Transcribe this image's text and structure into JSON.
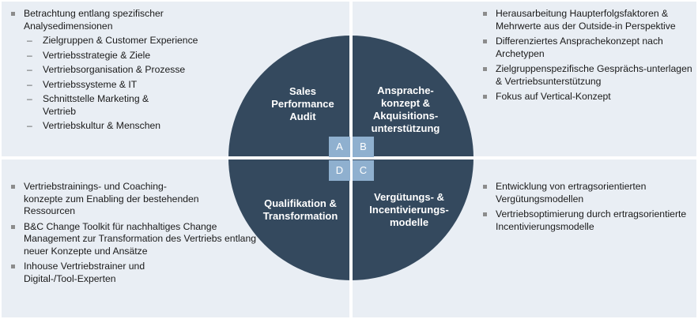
{
  "colors": {
    "panel": "#e9eef4",
    "circle": "#34495e",
    "letter_box": "#8fb0cf",
    "bullet": "#8c8c8c"
  },
  "top_left": {
    "items": [
      {
        "text": "Betrachtung entlang spezifischer Analysedimensionen",
        "type": "bullet"
      },
      {
        "text": "Zielgruppen & Customer Experience",
        "type": "sub"
      },
      {
        "text": "Vertriebsstrategie & Ziele",
        "type": "sub"
      },
      {
        "text": "Vertriebsorganisation & Prozesse",
        "type": "sub"
      },
      {
        "text": "Vertriebssysteme & IT",
        "type": "sub"
      },
      {
        "text": "Schnittstelle Marketing & Vertrieb",
        "type": "sub"
      },
      {
        "text": "Vertriebskultur & Menschen",
        "type": "sub"
      }
    ]
  },
  "top_right": {
    "items": [
      {
        "text": "Herausarbeitung Haupterfolgsfaktoren & Mehrwerte aus der Outside-in Perspektive",
        "type": "bullet"
      },
      {
        "text": "Differenziertes Ansprachekonzept nach Archetypen",
        "type": "bullet"
      },
      {
        "text": "Zielgruppenspezifische Gesprächs-unterlagen & Vertriebsunterstützung",
        "type": "bullet"
      },
      {
        "text": "Fokus auf Vertical-Konzept",
        "type": "bullet"
      }
    ]
  },
  "bottom_left": {
    "items": [
      {
        "text": "Vertriebstrainings- und Coaching-konzepte zum  Enabling der bestehenden Ressourcen",
        "type": "bullet"
      },
      {
        "text": "B&C Change Toolkit für nachhaltiges Change Management zur Transformation des Vertriebs entlang neuer Konzepte und Ansätze",
        "type": "bullet"
      },
      {
        "text": "Inhouse Vertriebstrainer und Digital-/Tool-Experten",
        "type": "bullet"
      }
    ]
  },
  "bottom_right": {
    "items": [
      {
        "text": "Entwicklung von ertragsorientierten Vergütungsmodellen",
        "type": "bullet"
      },
      {
        "text": "Vertriebsoptimierung durch ertragsorientierte Incentivierungsmodelle",
        "type": "bullet"
      }
    ]
  },
  "circle": {
    "a": "Sales\nPerformance\nAudit",
    "b": "Ansprache-\nkonzept &\nAkquisitions-\nunterstützung",
    "c": "Vergütungs- &\nIncentivierungs-\nmodelle",
    "d": "Qualifikation &\nTransformation"
  },
  "letters": {
    "a": "A",
    "b": "B",
    "c": "C",
    "d": "D"
  }
}
